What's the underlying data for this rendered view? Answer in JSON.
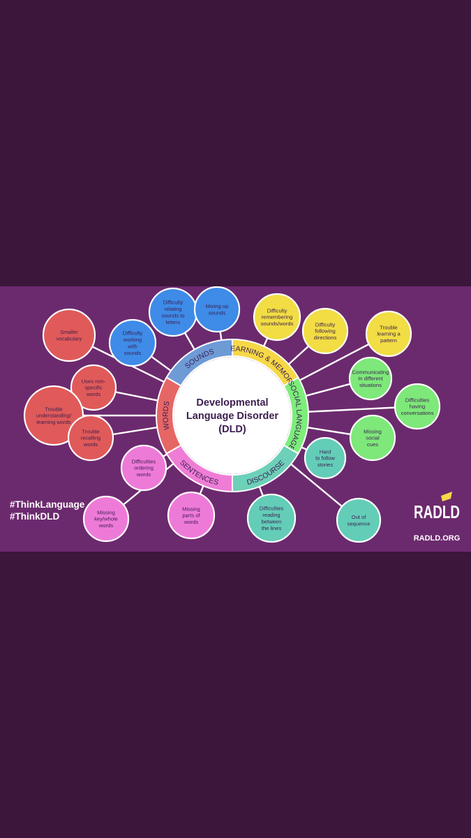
{
  "colors": {
    "page_bg": "#3c163b",
    "poster_bg": "#6c2a6e",
    "connector": "#ffffff",
    "center_bg": "#ffffff",
    "center_text": "#3b1e4f",
    "segment_text": "#3b1e4f",
    "bubble_text": "#3b1e4f",
    "hashtag_text": "#ffffff"
  },
  "center": {
    "lines": [
      "Developmental",
      "Language Disorder",
      "(DLD)"
    ]
  },
  "segments": [
    {
      "label": "SOUNDS",
      "color": "#6e9ad6"
    },
    {
      "label": "LEARNING & MEMORY",
      "color": "#f6d847"
    },
    {
      "label": "SOCIAL LANGUAGE",
      "color": "#7ded7b"
    },
    {
      "label": "DISCOURSE",
      "color": "#6dd0b9"
    },
    {
      "label": "SENTENCES",
      "color": "#ef7dd6"
    },
    {
      "label": "WORDS",
      "color": "#e66665"
    }
  ],
  "bubbles": [
    {
      "category": "words",
      "color": "#e05a5a",
      "lines": [
        "Smaller",
        "vocabulary"
      ]
    },
    {
      "category": "words",
      "color": "#e05a5a",
      "lines": [
        "Uses non-",
        "specific",
        "words"
      ]
    },
    {
      "category": "words",
      "color": "#e05a5a",
      "lines": [
        "Trouble",
        "understanding/",
        "learning words"
      ]
    },
    {
      "category": "words",
      "color": "#e05a5a",
      "lines": [
        "Trouble",
        "recalling",
        "words"
      ]
    },
    {
      "category": "sounds",
      "color": "#3e8be8",
      "lines": [
        "Difficulty",
        "working",
        "with",
        "sounds"
      ]
    },
    {
      "category": "sounds",
      "color": "#3e8be8",
      "lines": [
        "Difficulty",
        "relating",
        "sounds to",
        "letters"
      ]
    },
    {
      "category": "sounds",
      "color": "#3e8be8",
      "lines": [
        "Mixing up",
        "sounds"
      ]
    },
    {
      "category": "learning-memory",
      "color": "#f2dd44",
      "lines": [
        "Difficulty",
        "remembering",
        "sounds/words"
      ]
    },
    {
      "category": "learning-memory",
      "color": "#f2dd44",
      "lines": [
        "Difficulty",
        "following",
        "directions"
      ]
    },
    {
      "category": "learning-memory",
      "color": "#f2dd44",
      "lines": [
        "Trouble",
        "learning a",
        "pattern"
      ]
    },
    {
      "category": "social-language",
      "color": "#7ee87a",
      "lines": [
        "Communicating",
        "In different",
        "situations"
      ]
    },
    {
      "category": "social-language",
      "color": "#7ee87a",
      "lines": [
        "Difficulties",
        "having",
        "conversations"
      ]
    },
    {
      "category": "social-language",
      "color": "#7ee87a",
      "lines": [
        "Missing",
        "social",
        "cues"
      ]
    },
    {
      "category": "discourse",
      "color": "#63cdb8",
      "lines": [
        "Hard",
        "to follow",
        "stories"
      ]
    },
    {
      "category": "discourse",
      "color": "#63cdb8",
      "lines": [
        "Out of",
        "sequence"
      ]
    },
    {
      "category": "discourse",
      "color": "#63cdb8",
      "lines": [
        "Difficulties",
        "reading",
        "between",
        "the lines"
      ]
    },
    {
      "category": "sentences",
      "color": "#ee7ad8",
      "lines": [
        "Difficulties",
        "ordering",
        "words"
      ]
    },
    {
      "category": "sentences",
      "color": "#ee7ad8",
      "lines": [
        "Missing",
        "parts of",
        "words"
      ]
    },
    {
      "category": "sentences",
      "color": "#ee7ad8",
      "lines": [
        "Missing",
        "key/whole",
        "words"
      ]
    }
  ],
  "hashtags": [
    "#ThinkLanguage",
    "#ThinkDLD"
  ],
  "logo": {
    "lines": [
      "RADLD",
      "RADLD.ORG"
    ],
    "color": "#ffffff"
  }
}
